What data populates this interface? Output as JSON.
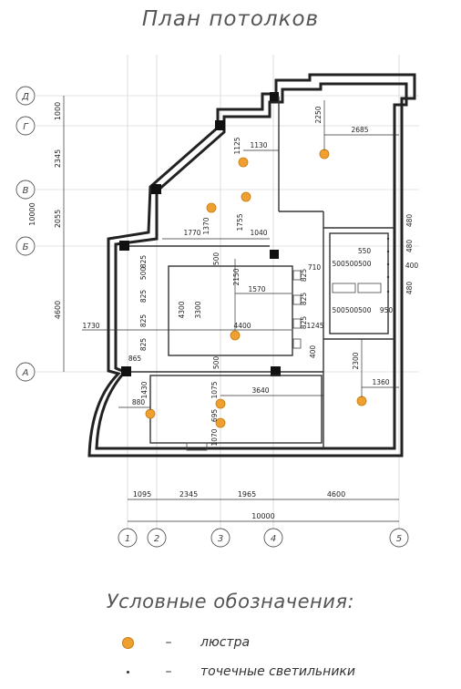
{
  "title": "План потолков",
  "legend": {
    "heading": "Условные обозначения:",
    "items": [
      {
        "dash": "–",
        "label": "люстра",
        "icon": "chandelier-icon"
      },
      {
        "dash": "–",
        "label": "точечные светильники",
        "icon": "spotlight-icon"
      }
    ]
  },
  "axes": {
    "rows": [
      "Д",
      "Г",
      "В",
      "Б",
      "А"
    ],
    "cols": [
      "1",
      "2",
      "3",
      "4",
      "5"
    ]
  },
  "dims": {
    "left": [
      "1000",
      "2345",
      "2055",
      "4600"
    ],
    "left_total": "10000",
    "bottom": [
      "1095",
      "2345",
      "1965",
      "4600"
    ],
    "bottom_total": "10000",
    "inner": {
      "d2250": "2250",
      "d2685": "2685",
      "d1125": "1125",
      "d1130": "1130",
      "d1370": "1370",
      "d1755": "1755",
      "d1770": "1770",
      "d1040": "1040",
      "d500a": "500",
      "d500b": "500",
      "d2150": "2150",
      "d1570": "1570",
      "d4300": "4300",
      "d3300": "3300",
      "d4400": "4400",
      "d1730": "1730",
      "d865": "865",
      "d825_1": "825",
      "d825_2": "825",
      "d825_3": "825",
      "d825_4": "825",
      "d500c": "500",
      "d825_5": "825",
      "d825_6": "825",
      "d825_7": "825",
      "d1245": "1245",
      "d400a": "400",
      "d710": "710",
      "d550": "550",
      "d500s1": "500500500",
      "d500s2": "500500500",
      "d950": "950",
      "d480a": "480",
      "d480b": "480",
      "d400b": "400",
      "d480c": "480",
      "d2300": "2300",
      "d1360": "1360",
      "d1430": "1430",
      "d880": "880",
      "d3640": "3640",
      "d1075": "1075",
      "d695": "695",
      "d1070": "1070"
    }
  },
  "colors": {
    "lamp": "#f0a030",
    "line": "#222222",
    "grid": "#bbbbbb"
  }
}
